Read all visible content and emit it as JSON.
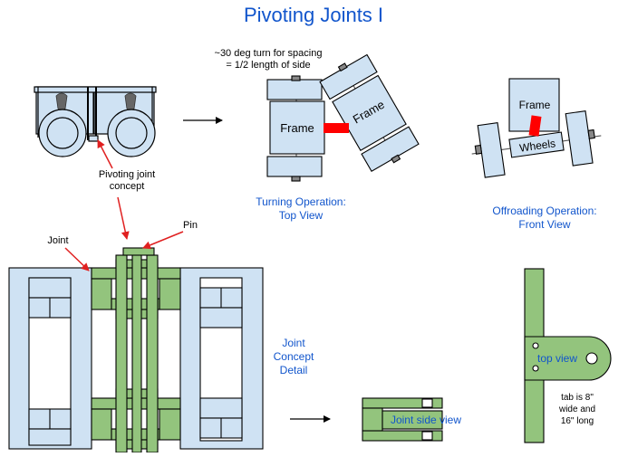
{
  "title": "Pivoting Joints I",
  "labels": {
    "spacing_note_line1": "~30 deg turn for spacing",
    "spacing_note_line2": "= 1/2 length of side",
    "pivot_concept_line1": "Pivoting  joint",
    "pivot_concept_line2": "concept",
    "turning_caption_line1": "Turning Operation:",
    "turning_caption_line2": "Top View",
    "offroad_caption_line1": "Offroading Operation:",
    "offroad_caption_line2": "Front View",
    "frame": "Frame",
    "wheels": "Wheels",
    "pin": "Pin",
    "joint": "Joint",
    "detail_line1": "Joint",
    "detail_line2": "Concept",
    "detail_line3": "Detail",
    "joint_side_view": "Joint side view",
    "top_view": "top view",
    "tab_line1": "tab is 8\"",
    "tab_line2": "wide and",
    "tab_line3": "16\" long"
  },
  "colors": {
    "blue_fill": "#cfe2f3",
    "green_fill": "#93c47d",
    "red": "#ff0000",
    "title_blue": "#1155cc",
    "outline": "#000000"
  }
}
